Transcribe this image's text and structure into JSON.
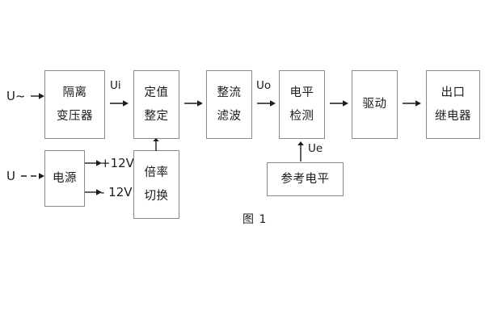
{
  "figure": {
    "caption": "图 1",
    "background_color": "#ffffff",
    "box_border_color": "#8a8a8a",
    "text_color": "#1c1c1c"
  },
  "blocks": [
    {
      "id": "isolation-transformer",
      "lines": [
        "隔离",
        "变压器"
      ]
    },
    {
      "id": "setpoint-adjust",
      "lines": [
        "定值",
        "整定"
      ]
    },
    {
      "id": "rectify-filter",
      "lines": [
        "整流",
        "滤波"
      ]
    },
    {
      "id": "level-detection",
      "lines": [
        "电平",
        "检测"
      ]
    },
    {
      "id": "drive",
      "lines": [
        "驱动"
      ]
    },
    {
      "id": "output-relay",
      "lines": [
        "出口",
        "继电器"
      ]
    },
    {
      "id": "power-supply",
      "lines": [
        "电源"
      ]
    },
    {
      "id": "multiplier-switch",
      "lines": [
        "倍率",
        "切换"
      ]
    },
    {
      "id": "reference-level",
      "lines": [
        "参考电平"
      ]
    }
  ],
  "labels": {
    "input_ac": "U~",
    "input_dc": "U",
    "signal_ui": "Ui",
    "signal_uo": "Uo",
    "signal_ue": "Ue",
    "rail_positive": "+12V",
    "rail_negative": "- 12V"
  }
}
